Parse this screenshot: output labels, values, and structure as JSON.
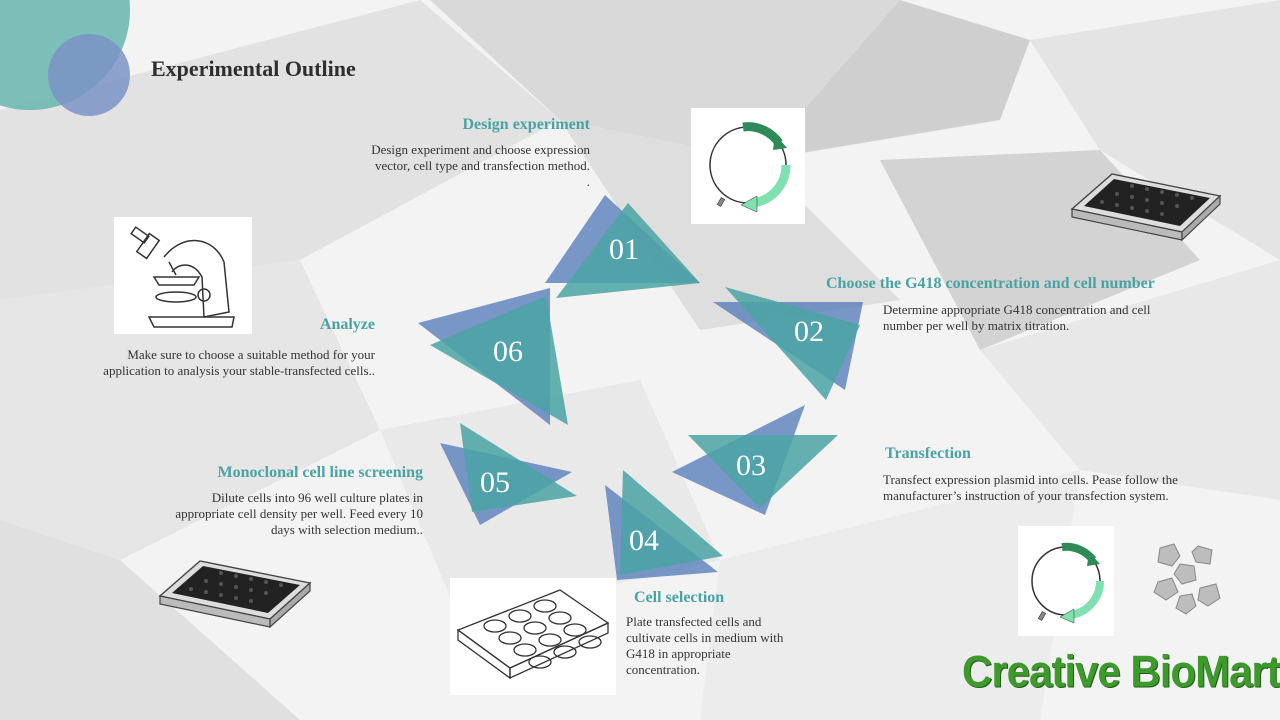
{
  "title": "Experimental Outline",
  "colors": {
    "teal": "#4aa3a3",
    "blue": "#5f7fbf",
    "logo_green": "#3e9a2c"
  },
  "steps": [
    {
      "number": "01",
      "heading": "Design experiment",
      "description": "Design experiment and choose expression vector, cell type and transfection method. ."
    },
    {
      "number": "02",
      "heading": "Choose the G418 concentration and cell number",
      "description": "Determine appropriate G418 concentration and cell number per well by matrix titration."
    },
    {
      "number": "03",
      "heading": "Transfection",
      "description": "Transfect expression plasmid into cells. Pease follow the manufacturer’s instruction of your transfection system."
    },
    {
      "number": "04",
      "heading": "Cell selection",
      "description": "Plate transfected cells and cultivate cells in medium with G418 in appropriate concentration."
    },
    {
      "number": "05",
      "heading": "Monoclonal cell line screening",
      "description": "Dilute cells into 96 well culture plates in appropriate cell density per well. Feed every 10 days with selection medium.."
    },
    {
      "number": "06",
      "heading": "Analyze",
      "description": "Make sure to choose a suitable method for your application to analysis your stable-transfected cells.."
    }
  ],
  "icons": {
    "plasmid": "plasmid-icon",
    "well_plate_96": "well-plate-96-icon",
    "microscope": "microscope-icon",
    "well_plate_12": "well-plate-12-icon",
    "cells": "cells-icon"
  },
  "logo": {
    "text": "Creative BioMart",
    "mark": "®"
  }
}
